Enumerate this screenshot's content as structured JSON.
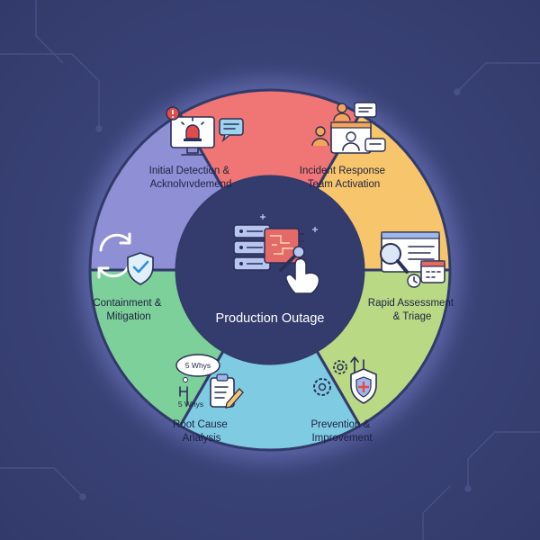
{
  "center": {
    "title": "Production Outage",
    "icon": "server-circuit-wrench-icon",
    "color": "#343c6e"
  },
  "segments": [
    {
      "id": "detection",
      "lines": [
        "Initial Detection &",
        "Acknolvıvdemend"
      ],
      "color": "#f07575",
      "icon": "monitor-alarm-icon"
    },
    {
      "id": "response",
      "lines": [
        "Incident Response",
        "Team Activation"
      ],
      "color": "#f7c56b",
      "icon": "video-call-team-icon"
    },
    {
      "id": "assessment",
      "lines": [
        "Rapid Assessment",
        "& Triage"
      ],
      "color": "#b9d985",
      "icon": "magnifier-calendar-icon"
    },
    {
      "id": "prevention",
      "lines": [
        "Prevention &",
        "Improvement"
      ],
      "color": "#7fcbe2",
      "icon": "gears-shield-icon"
    },
    {
      "id": "rootcause",
      "lines": [
        "Root Cause",
        "Analysis"
      ],
      "color": "#7dd09a",
      "icon": "five-whys-clipboard-icon"
    },
    {
      "id": "containment",
      "lines": [
        "Containment &",
        "Mitigation"
      ],
      "color": "#8f8fd6",
      "icon": "sync-shield-icon"
    }
  ],
  "root_cause_bubbles": [
    "5 Whys",
    "5 Whys"
  ]
}
